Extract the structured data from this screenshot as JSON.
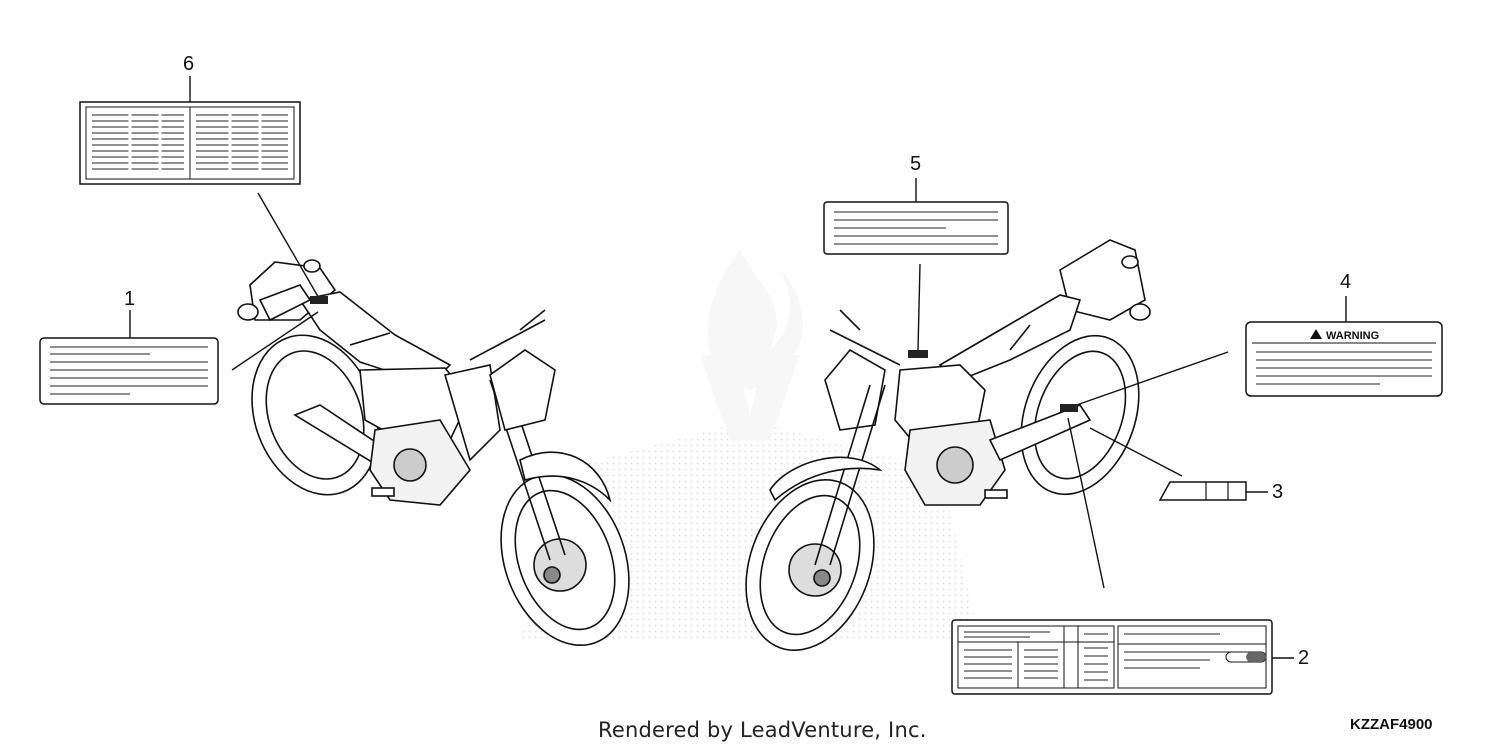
{
  "callouts": {
    "c1": "1",
    "c2": "2",
    "c3": "3",
    "c4": "4",
    "c5": "5",
    "c6": "6"
  },
  "labels": {
    "warning_label_text": "WARNING"
  },
  "footer": {
    "credit": "Rendered by LeadVenture, Inc.",
    "diagram_code": "KZZAF4900"
  }
}
